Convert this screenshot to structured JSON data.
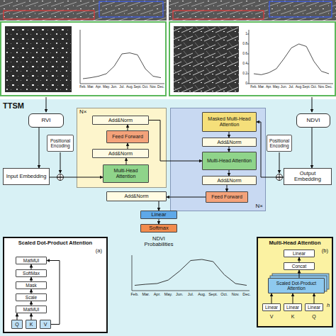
{
  "diagram": {
    "nodes": [
      {
        "text": [
          "TTSM"
        ]
      },
      {
        "text": [
          "RVI"
        ],
        "in": 0
      },
      {
        "text": [
          "NDVI"
        ],
        "in": 0
      },
      {
        "text": [
          "Positional Encoding"
        ],
        "in": 0
      },
      {
        "text": [
          "Positional Encoding"
        ],
        "in": 0
      },
      {
        "text": [
          "Input Embedding"
        ],
        "in": 0
      },
      {
        "text": [
          "Output Embedding"
        ],
        "in": 0
      },
      {
        "text": [
          "N×"
        ],
        "in": 0
      },
      {
        "text": [
          "Add&Norm"
        ],
        "in": 7
      },
      {
        "text": [
          "Feed Forward"
        ],
        "in": 7
      },
      {
        "text": [
          "Add&Norm"
        ],
        "in": 7
      },
      {
        "text": [
          "Multi-Head Attention"
        ],
        "in": 7
      },
      {
        "text": [
          "N×"
        ],
        "in": 0
      },
      {
        "text": [
          "Masked Multi-Head Attention"
        ],
        "in": 12
      },
      {
        "text": [
          "Add&Norm"
        ],
        "in": 12
      },
      {
        "text": [
          "Multi-Head Attention"
        ],
        "in": 12
      },
      {
        "text": [
          "Add&Norm"
        ],
        "in": 12
      },
      {
        "text": [
          "Feed Forward"
        ],
        "in": 12
      },
      {
        "text": [
          "Add&Norm"
        ],
        "in": 0
      },
      {
        "text": [
          "Linear"
        ],
        "in": 0
      },
      {
        "text": [
          "Softmax"
        ],
        "in": 0
      },
      {
        "text": [
          "Scaled Dot-Product Attention",
          "(a)"
        ],
        "in": 0
      },
      {
        "text": [
          "MatMUl"
        ],
        "in": 21
      },
      {
        "text": [
          "SoftMax"
        ],
        "in": 21
      },
      {
        "text": [
          "Mask"
        ],
        "in": 21
      },
      {
        "text": [
          "Scale"
        ],
        "in": 21
      },
      {
        "text": [
          "MatMUl"
        ],
        "in": 21
      },
      {
        "text": [
          "Q"
        ],
        "in": 21
      },
      {
        "text": [
          "K"
        ],
        "in": 21
      },
      {
        "text": [
          "V"
        ],
        "in": 21
      },
      {
        "text": [
          "Multi-Head Attention",
          "(b)"
        ],
        "in": 0
      },
      {
        "text": [
          "Linear"
        ],
        "in": 30
      },
      {
        "text": [
          "Concat"
        ],
        "in": 30
      },
      {
        "text": [
          "Scaled Dot-Product Attention"
        ],
        "in": 30
      },
      {
        "text": [
          "Linear"
        ],
        "in": 30
      },
      {
        "text": [
          "Linear"
        ],
        "in": 30
      },
      {
        "text": [
          "Linear"
        ],
        "in": 30
      }
    ],
    "edges": [
      {
        "from": 1,
        "to": 5,
        "arrow": "to"
      },
      {
        "from": 2,
        "to": 6,
        "arrow": "to"
      },
      {
        "from": 5,
        "to": 11,
        "arrow": "to"
      },
      {
        "from": 11,
        "to": 10,
        "arrow": "to"
      },
      {
        "from": 10,
        "to": 9,
        "arrow": "to"
      },
      {
        "from": 9,
        "to": 8,
        "arrow": "to"
      },
      {
        "from": 8,
        "to": 15,
        "arrow": "to"
      },
      {
        "from": 6,
        "to": 13,
        "arrow": "to"
      },
      {
        "from": 13,
        "to": 14,
        "arrow": "to"
      },
      {
        "from": 14,
        "to": 15,
        "arrow": "to"
      },
      {
        "from": 15,
        "to": 16,
        "arrow": "to"
      },
      {
        "from": 16,
        "to": 17,
        "arrow": "to"
      },
      {
        "from": 17,
        "to": 18,
        "arrow": "to"
      },
      {
        "from": 18,
        "to": 19,
        "arrow": "to"
      },
      {
        "from": 19,
        "to": 20,
        "arrow": "to"
      },
      {
        "from": 27,
        "to": 26,
        "arrow": "to"
      },
      {
        "from": 28,
        "to": 26,
        "arrow": "to"
      },
      {
        "from": 26,
        "to": 25,
        "arrow": "to"
      },
      {
        "from": 25,
        "to": 24,
        "arrow": "to"
      },
      {
        "from": 24,
        "to": 23,
        "arrow": "to"
      },
      {
        "from": 23,
        "to": 22,
        "arrow": "to"
      },
      {
        "from": 29,
        "to": 22,
        "arrow": "to"
      },
      {
        "from": 34,
        "to": 33,
        "arrow": "to"
      },
      {
        "from": 35,
        "to": 33,
        "arrow": "to"
      },
      {
        "from": 36,
        "to": 33,
        "arrow": "to"
      },
      {
        "from": 33,
        "to": 32,
        "arrow": "to"
      },
      {
        "from": 32,
        "to": 31,
        "arrow": "to"
      }
    ],
    "labels": [
      "Feb.",
      "Mar.",
      "Apr.",
      "May.",
      "Jun.",
      "Jul.",
      "Aug.",
      "Sept.",
      "Oct.",
      "Nov.",
      "Dec.",
      "Feb.",
      "Mar.",
      "Apr.",
      "May.",
      "Jun.",
      "Jul.",
      "Aug.",
      "Sept.",
      "Oct.",
      "Nov.",
      "Dec.",
      "0",
      "0.2",
      "0.4",
      "0.6",
      "0.8",
      "1",
      "NDVI Probabilities",
      "Feb.",
      "Mar.",
      "Apr.",
      "May.",
      "Jun.",
      "Jul.",
      "Aug.",
      "Sept.",
      "Oct.",
      "Nov.",
      "Dec.",
      "V",
      "K",
      "Q",
      "h"
    ]
  }
}
